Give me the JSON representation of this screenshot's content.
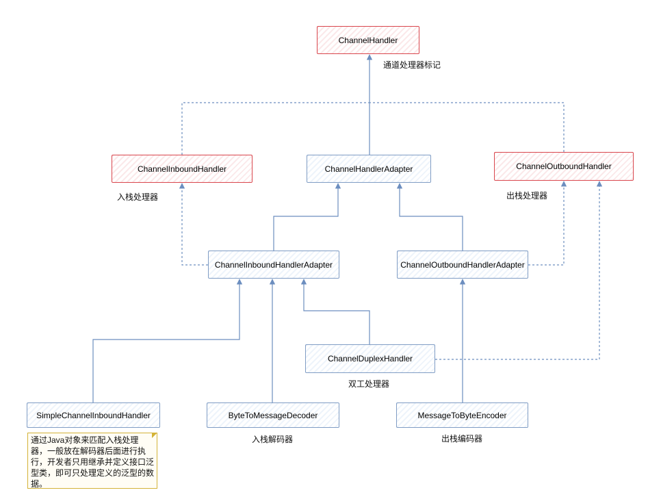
{
  "nodes": {
    "channel_handler": "ChannelHandler",
    "channel_inbound_handler": "ChannelInboundHandler",
    "channel_handler_adapter": "ChannelHandlerAdapter",
    "channel_outbound_handler": "ChannelOutboundHandler",
    "channel_inbound_handler_adapter": "ChannelInboundHandlerAdapter",
    "channel_outbound_handler_adapter": "ChannelOutboundHandlerAdapter",
    "channel_duplex_handler": "ChannelDuplexHandler",
    "simple_channel_inbound_handler": "SimpleChannelInboundHandler",
    "byte_to_message_decoder": "ByteToMessageDecoder",
    "message_to_byte_encoder": "MessageToByteEncoder"
  },
  "labels": {
    "channel_handler_note": "通道处理器标记",
    "inbound_handler_note": "入栈处理器",
    "outbound_handler_note": "出栈处理器",
    "duplex_note": "双工处理器",
    "decoder_note": "入栈解码器",
    "encoder_note": "出栈编码器"
  },
  "sticky_note": "通过Java对象来匹配入栈处理器，一般放在解码器后面进行执行，开发者只用继承并定义接口泛型类，即可只处理定义的泛型的数据。",
  "colors": {
    "interface_border": "#d9454c",
    "class_border": "#7f9cc4",
    "note_border": "#d3b237",
    "edge": "#6c8ebf"
  }
}
